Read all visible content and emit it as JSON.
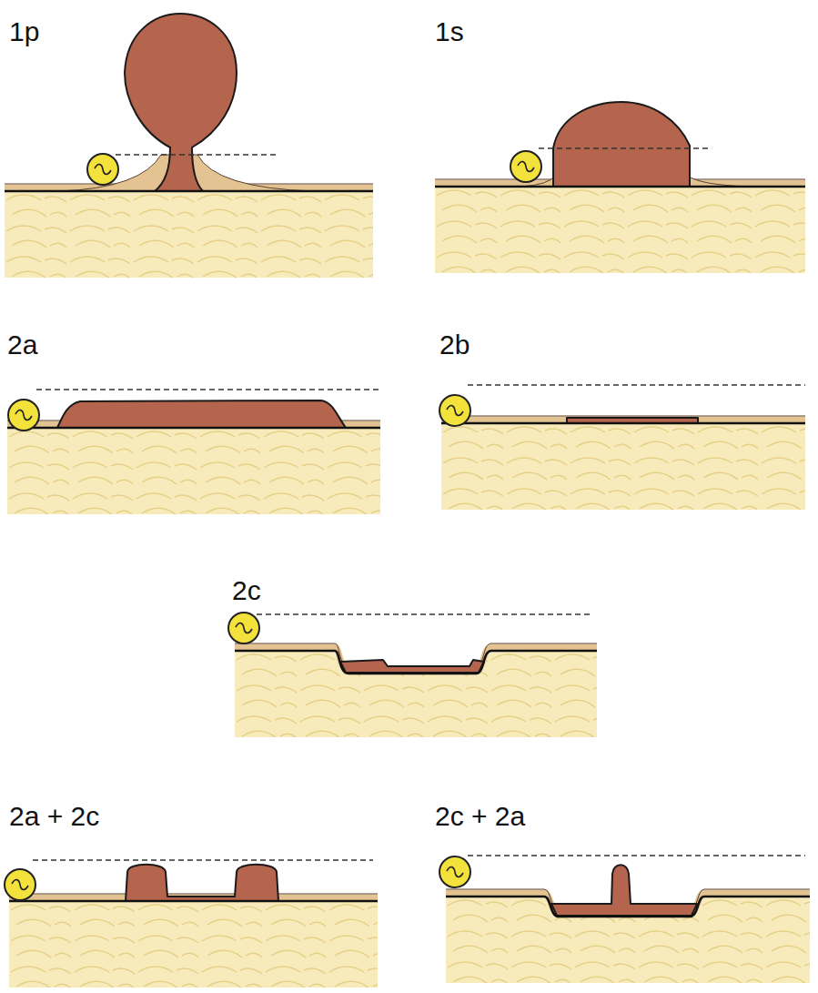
{
  "diagram": {
    "labels": [
      "1p",
      "1s",
      "2a",
      "2b",
      "2c",
      "2a + 2c",
      "2c + 2a"
    ]
  }
}
